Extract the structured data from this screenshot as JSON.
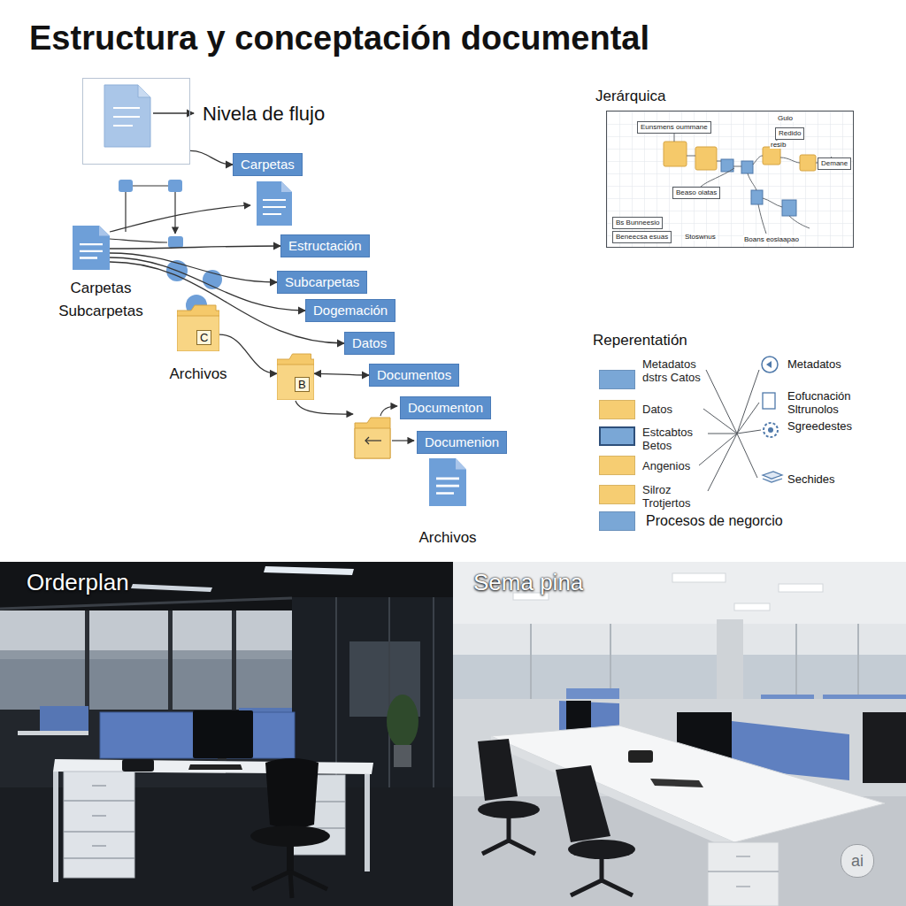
{
  "diagram": {
    "title": "Estructura y conceptación documental",
    "nodes": [
      {
        "text": [
          "Nivela de flujo"
        ]
      },
      {
        "text": [
          "Carpetas"
        ]
      },
      {
        "text": [
          "Estructación"
        ]
      },
      {
        "text": [
          "Carpetas Subcarpetas"
        ]
      },
      {
        "text": [
          "Subcarpetas"
        ]
      },
      {
        "text": [
          "C",
          "Archivos"
        ]
      },
      {
        "text": [
          "Dogemación"
        ]
      },
      {
        "text": [
          "Datos"
        ]
      },
      {
        "text": [
          "B"
        ]
      },
      {
        "text": [
          "Documentos"
        ]
      },
      {
        "text": [
          "Documenton"
        ]
      },
      {
        "text": [
          "Documenion"
        ]
      },
      {
        "text": [
          "Archivos"
        ]
      },
      {
        "text": [
          "Jerárquica"
        ]
      },
      {
        "text": [
          "Eunsmens oummane"
        ],
        "in": 13
      },
      {
        "text": [
          "Redido"
        ],
        "in": 13
      },
      {
        "text": [
          "Demane"
        ],
        "in": 13
      },
      {
        "text": [
          "Beaso oiatas"
        ],
        "in": 13
      },
      {
        "text": [
          "Bs Bunneesio"
        ],
        "in": 13
      },
      {
        "text": [
          "Beneecsa esuas"
        ],
        "in": 13
      }
    ],
    "edges": [
      {
        "from": 0,
        "to": 1,
        "arrow": "to"
      },
      {
        "from": 3,
        "to": 2,
        "arrow": "to"
      },
      {
        "from": 3,
        "to": 4,
        "arrow": "to"
      },
      {
        "from": 3,
        "to": 6,
        "arrow": "to"
      },
      {
        "from": 3,
        "to": 7,
        "arrow": "to"
      },
      {
        "from": 8,
        "to": 9,
        "arrow": "both"
      },
      {
        "from": 5,
        "to": 8,
        "arrow": "to"
      }
    ],
    "labels": [
      "Guio",
      "resib",
      "Stoswnus",
      "Boans eosiaapao",
      "Reperentatión",
      "Metadatos",
      "Eofucnación Sltrunolos",
      "Sgreedestes",
      "Sechides",
      "Orderplan",
      "Sema pina",
      "ai"
    ],
    "legend": [
      {
        "text": "Metadatos dstrs Catos",
        "color": "#7aa7d6"
      },
      {
        "text": "Datos",
        "color": "#f6cd72"
      },
      {
        "text": "Estcabtos Betos",
        "color": "#7aa7d6"
      },
      {
        "text": "Angenios",
        "color": "#f6cd72"
      },
      {
        "text": "Silroz Trotjertos",
        "color": "#f6cd72"
      },
      {
        "text": "Procesos de negorcio",
        "color": "#7aa7d6"
      }
    ]
  }
}
